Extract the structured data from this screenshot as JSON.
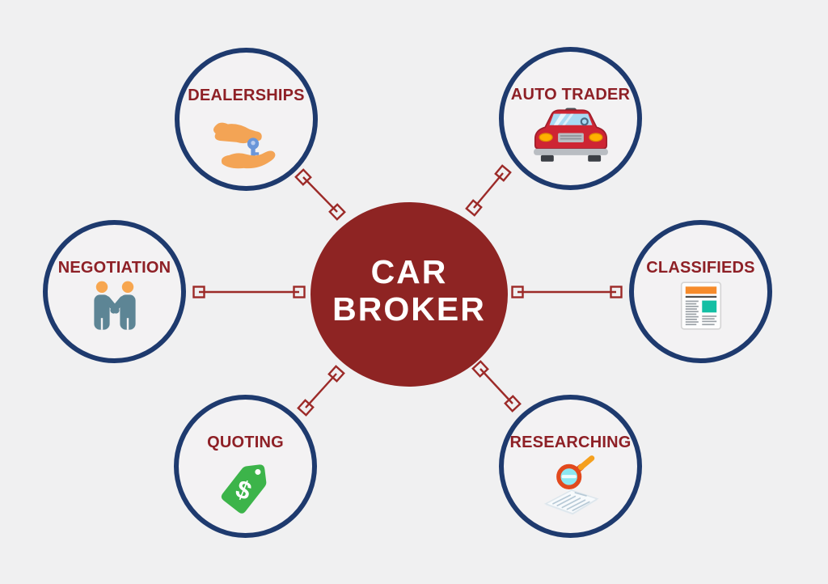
{
  "diagram_type": "hub-and-spoke",
  "hub": {
    "line1": "CAR",
    "line2": "BROKER"
  },
  "nodes": [
    {
      "label": "DEALERSHIPS",
      "icon": "hand-giving-car-key-icon",
      "position": "top-left"
    },
    {
      "label": "AUTO TRADER",
      "icon": "red-car-icon",
      "position": "top-right"
    },
    {
      "label": "NEGOTIATION",
      "icon": "handshake-people-icon",
      "position": "left"
    },
    {
      "label": "CLASSIFIEDS",
      "icon": "newspaper-ad-icon",
      "position": "right"
    },
    {
      "label": "QUOTING",
      "icon": "price-tag-dollar-icon",
      "position": "bottom-left"
    },
    {
      "label": "RESEARCHING",
      "icon": "magnifying-glass-document-icon",
      "position": "bottom-right"
    }
  ],
  "connector_style": "thin line with small outlined square at each end",
  "colors": {
    "background": "#f0f0f1",
    "hub_fill": "#8e2423",
    "hub_text": "#ffffff",
    "node_ring": "#1e3a6e",
    "node_fill": "#f3f2f3",
    "node_label": "#8e2026",
    "connector": "#9c2a28",
    "icon_hand_orange": "#f3a455",
    "icon_key_blue": "#6a96d9",
    "icon_car_red": "#ce2533",
    "icon_windshield_blue": "#a8daf3",
    "icon_headlight_amber": "#ffb100",
    "icon_people_teal": "#5d8595",
    "icon_head_orange": "#f7a64f",
    "icon_news_orange": "#f68b2b",
    "icon_news_teal": "#13bfa4",
    "icon_tag_green": "#3cb44a",
    "icon_magnifier_rim": "#e2491d",
    "icon_magnifier_lens": "#8ce7f2",
    "icon_magnifier_handle": "#f5a01e"
  }
}
